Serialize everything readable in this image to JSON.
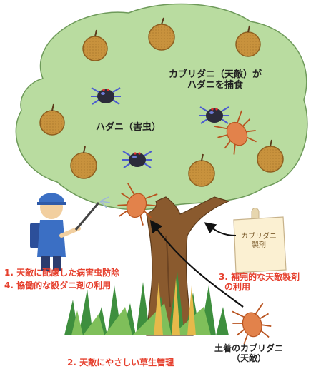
{
  "labels": {
    "predation_line1": "カブリダニ（天敵）が",
    "predation_line2": "ハダニを捕食",
    "spider_mite": "ハダニ（害虫）",
    "measure1": "1. 天敵に配慮した病害虫防除",
    "measure4": "4. 協働的な殺ダニ剤の利用",
    "measure3_line1": "3. 補完的な天敵製剤",
    "measure3_line2": "の利用",
    "measure2": "2. 天敵にやさしい草生管理",
    "native_mite_line1": "土着のカブリダニ",
    "native_mite_line2": "（天敵）",
    "product_line1": "カブリダニ",
    "product_line2": "製剤"
  },
  "colors": {
    "canopy": "#b9dca0",
    "trunk": "#8a5a2e",
    "pear": "#c8923d",
    "mite_predator": "#e2824b",
    "mite_pest": "#2b2b3a",
    "measure_text": "#e6402e",
    "grass": "#3e8f3e"
  },
  "icons": {
    "farmer": "farmer-sprayer-icon",
    "product": "predator-product-sachet-icon",
    "pest": "spider-mite-icon",
    "predator": "predatory-mite-icon"
  }
}
